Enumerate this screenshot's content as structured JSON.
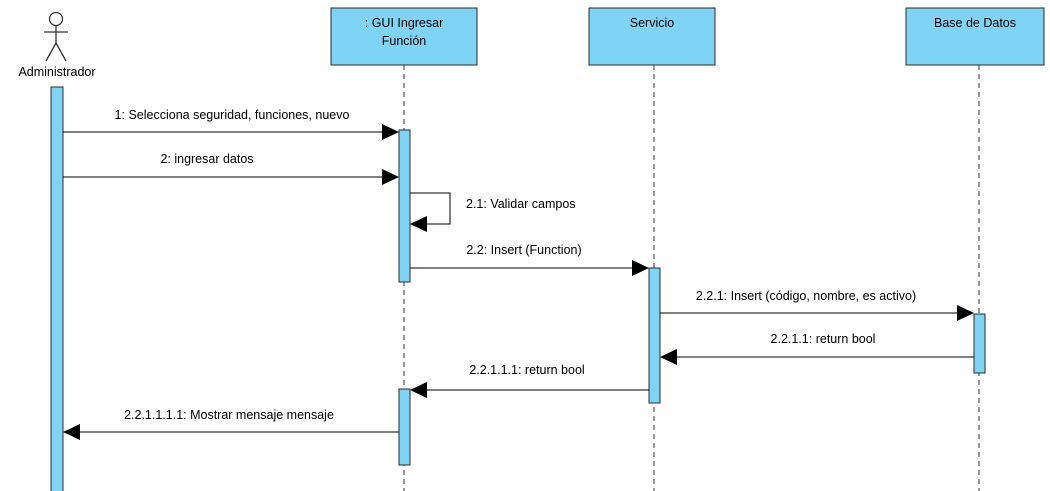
{
  "actor": {
    "name": "Administrador",
    "icon": "stick-figure-icon"
  },
  "participants": [
    {
      "id": "gui",
      "lines": [
        ": GUI Ingresar",
        "Función"
      ]
    },
    {
      "id": "servicio",
      "lines": [
        "Servicio"
      ]
    },
    {
      "id": "bd",
      "lines": [
        "Base de Datos"
      ]
    }
  ],
  "messages": [
    {
      "id": "m1",
      "label": "1: Selecciona seguridad, funciones, nuevo"
    },
    {
      "id": "m2",
      "label": "2: ingresar datos"
    },
    {
      "id": "m21",
      "label": "2.1: Validar campos"
    },
    {
      "id": "m22",
      "label": "2.2: Insert (Function)"
    },
    {
      "id": "m221",
      "label": "2.2.1: Insert (código, nombre, es activo)"
    },
    {
      "id": "m2211",
      "label": "2.2.1.1: return bool"
    },
    {
      "id": "m22111",
      "label": "2.2.1.1.1: return bool"
    },
    {
      "id": "m221111",
      "label": "2.2.1.1.1.1: Mostrar mensaje mensaje"
    }
  ],
  "colors": {
    "box_fill": "#7fd3f5",
    "line": "#333333",
    "arrow": "#000000",
    "background": "#ffffff"
  }
}
